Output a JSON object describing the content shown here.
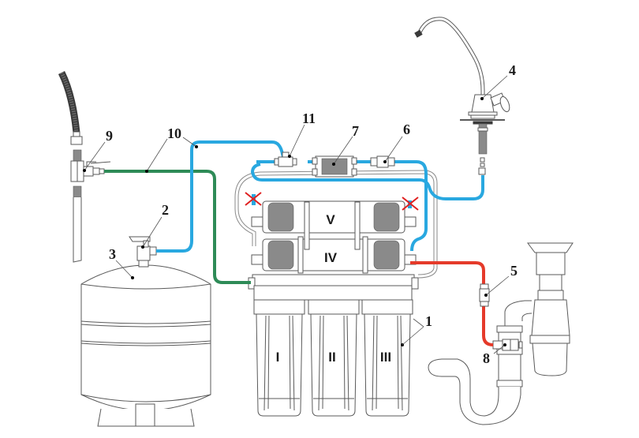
{
  "diagram": {
    "type": "reverse-osmosis water filter installation schematic",
    "colors": {
      "feed_line": "#2e8b57",
      "clean_line": "#29a8e0",
      "drain_line": "#e53a2a",
      "plug_mark": "#e02020",
      "outline": "#5a5a5a"
    },
    "callouts": [
      {
        "id": "1",
        "label": "1",
        "refers_to": "prefilter housings"
      },
      {
        "id": "2",
        "label": "2",
        "refers_to": "storage tank valve"
      },
      {
        "id": "3",
        "label": "3",
        "refers_to": "storage tank"
      },
      {
        "id": "4",
        "label": "4",
        "refers_to": "faucet"
      },
      {
        "id": "5",
        "label": "5",
        "refers_to": "drain flow restrictor"
      },
      {
        "id": "6",
        "label": "6",
        "refers_to": "check valve"
      },
      {
        "id": "7",
        "label": "7",
        "refers_to": "post filter"
      },
      {
        "id": "8",
        "label": "8",
        "refers_to": "drain saddle clamp"
      },
      {
        "id": "9",
        "label": "9",
        "refers_to": "feed water adapter"
      },
      {
        "id": "10",
        "label": "10",
        "refers_to": "tubing"
      },
      {
        "id": "11",
        "label": "11",
        "refers_to": "tee fitting"
      }
    ],
    "stages": {
      "stage1": "I",
      "stage2": "II",
      "stage3": "III",
      "stage4": "IV",
      "stage5": "V"
    }
  }
}
